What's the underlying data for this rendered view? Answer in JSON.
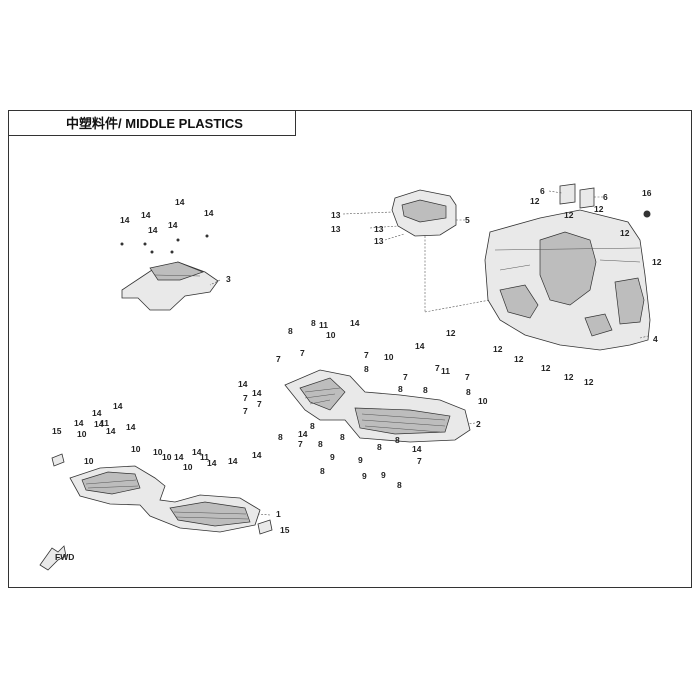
{
  "title": "中塑料件/ MIDDLE PLASTICS",
  "callouts": {
    "c1": "1",
    "c2": "2",
    "c3": "3",
    "c4": "4",
    "c5": "5",
    "c6": "6",
    "c7": "7",
    "c8": "8",
    "c9": "9",
    "c10": "10",
    "c11": "11",
    "c12": "12",
    "c13": "13",
    "c14": "14",
    "c15": "15",
    "c16": "16"
  },
  "fwd_label": "FWD"
}
